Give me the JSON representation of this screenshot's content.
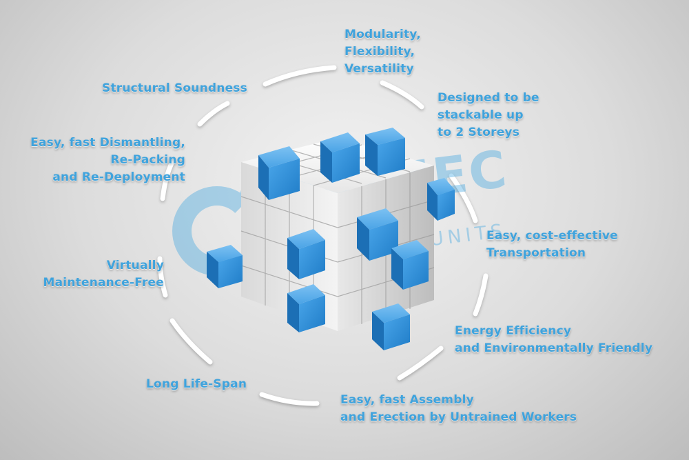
{
  "watermark": {
    "brand": "CORIMEC",
    "subtitle": "CONTAINER UNITS"
  },
  "features": [
    {
      "lines": [
        "Modularity,",
        "Flexibility,",
        "Versatility"
      ]
    },
    {
      "lines": [
        "Designed to be",
        "stackable up",
        "to 2 Storeys"
      ]
    },
    {
      "lines": [
        "Easy, cost-effective",
        "Transportation"
      ]
    },
    {
      "lines": [
        "Energy Efficiency",
        "and Environmentally Friendly"
      ]
    },
    {
      "lines": [
        "Easy, fast Assembly",
        "and Erection by Untrained Workers"
      ]
    },
    {
      "lines": [
        "Long Life-Span"
      ]
    },
    {
      "lines": [
        "Virtually",
        "Maintenance-Free"
      ]
    },
    {
      "lines": [
        "Easy, fast Dismantling,",
        "Re-Packing",
        "and Re-Deployment"
      ]
    },
    {
      "lines": [
        "Structural Soundness"
      ]
    }
  ],
  "colors": {
    "label": "#3fa3dd",
    "cube_accent": "#2f8fd8",
    "cube_white": "#f4f4f4"
  }
}
